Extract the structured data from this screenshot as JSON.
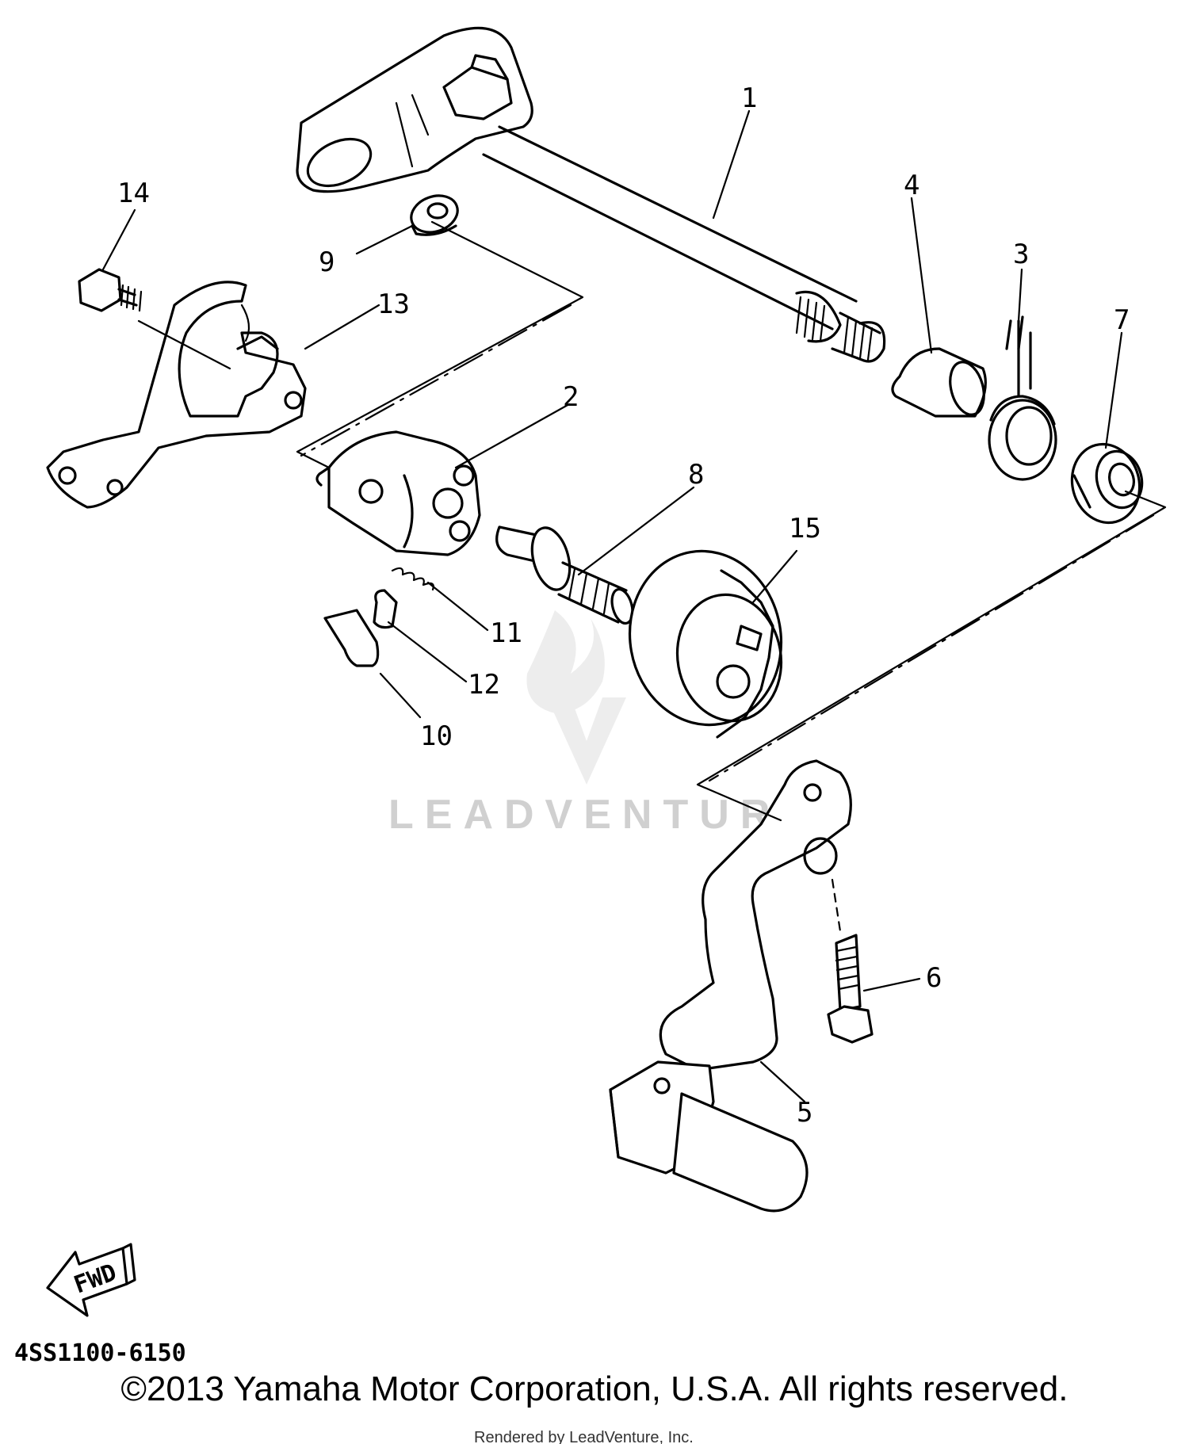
{
  "diagram": {
    "callouts": [
      "1",
      "2",
      "3",
      "4",
      "5",
      "6",
      "7",
      "8",
      "9",
      "10",
      "11",
      "12",
      "13",
      "14",
      "15"
    ],
    "direction_label": "FWD",
    "part_code": "4SS1100-6150"
  },
  "watermark": {
    "brand": "LEADVENTURE",
    "rendered_by": "Rendered by LeadVenture, Inc."
  },
  "footer": {
    "copyright": "©2013 Yamaha Motor Corporation, U.S.A. All rights reserved."
  }
}
